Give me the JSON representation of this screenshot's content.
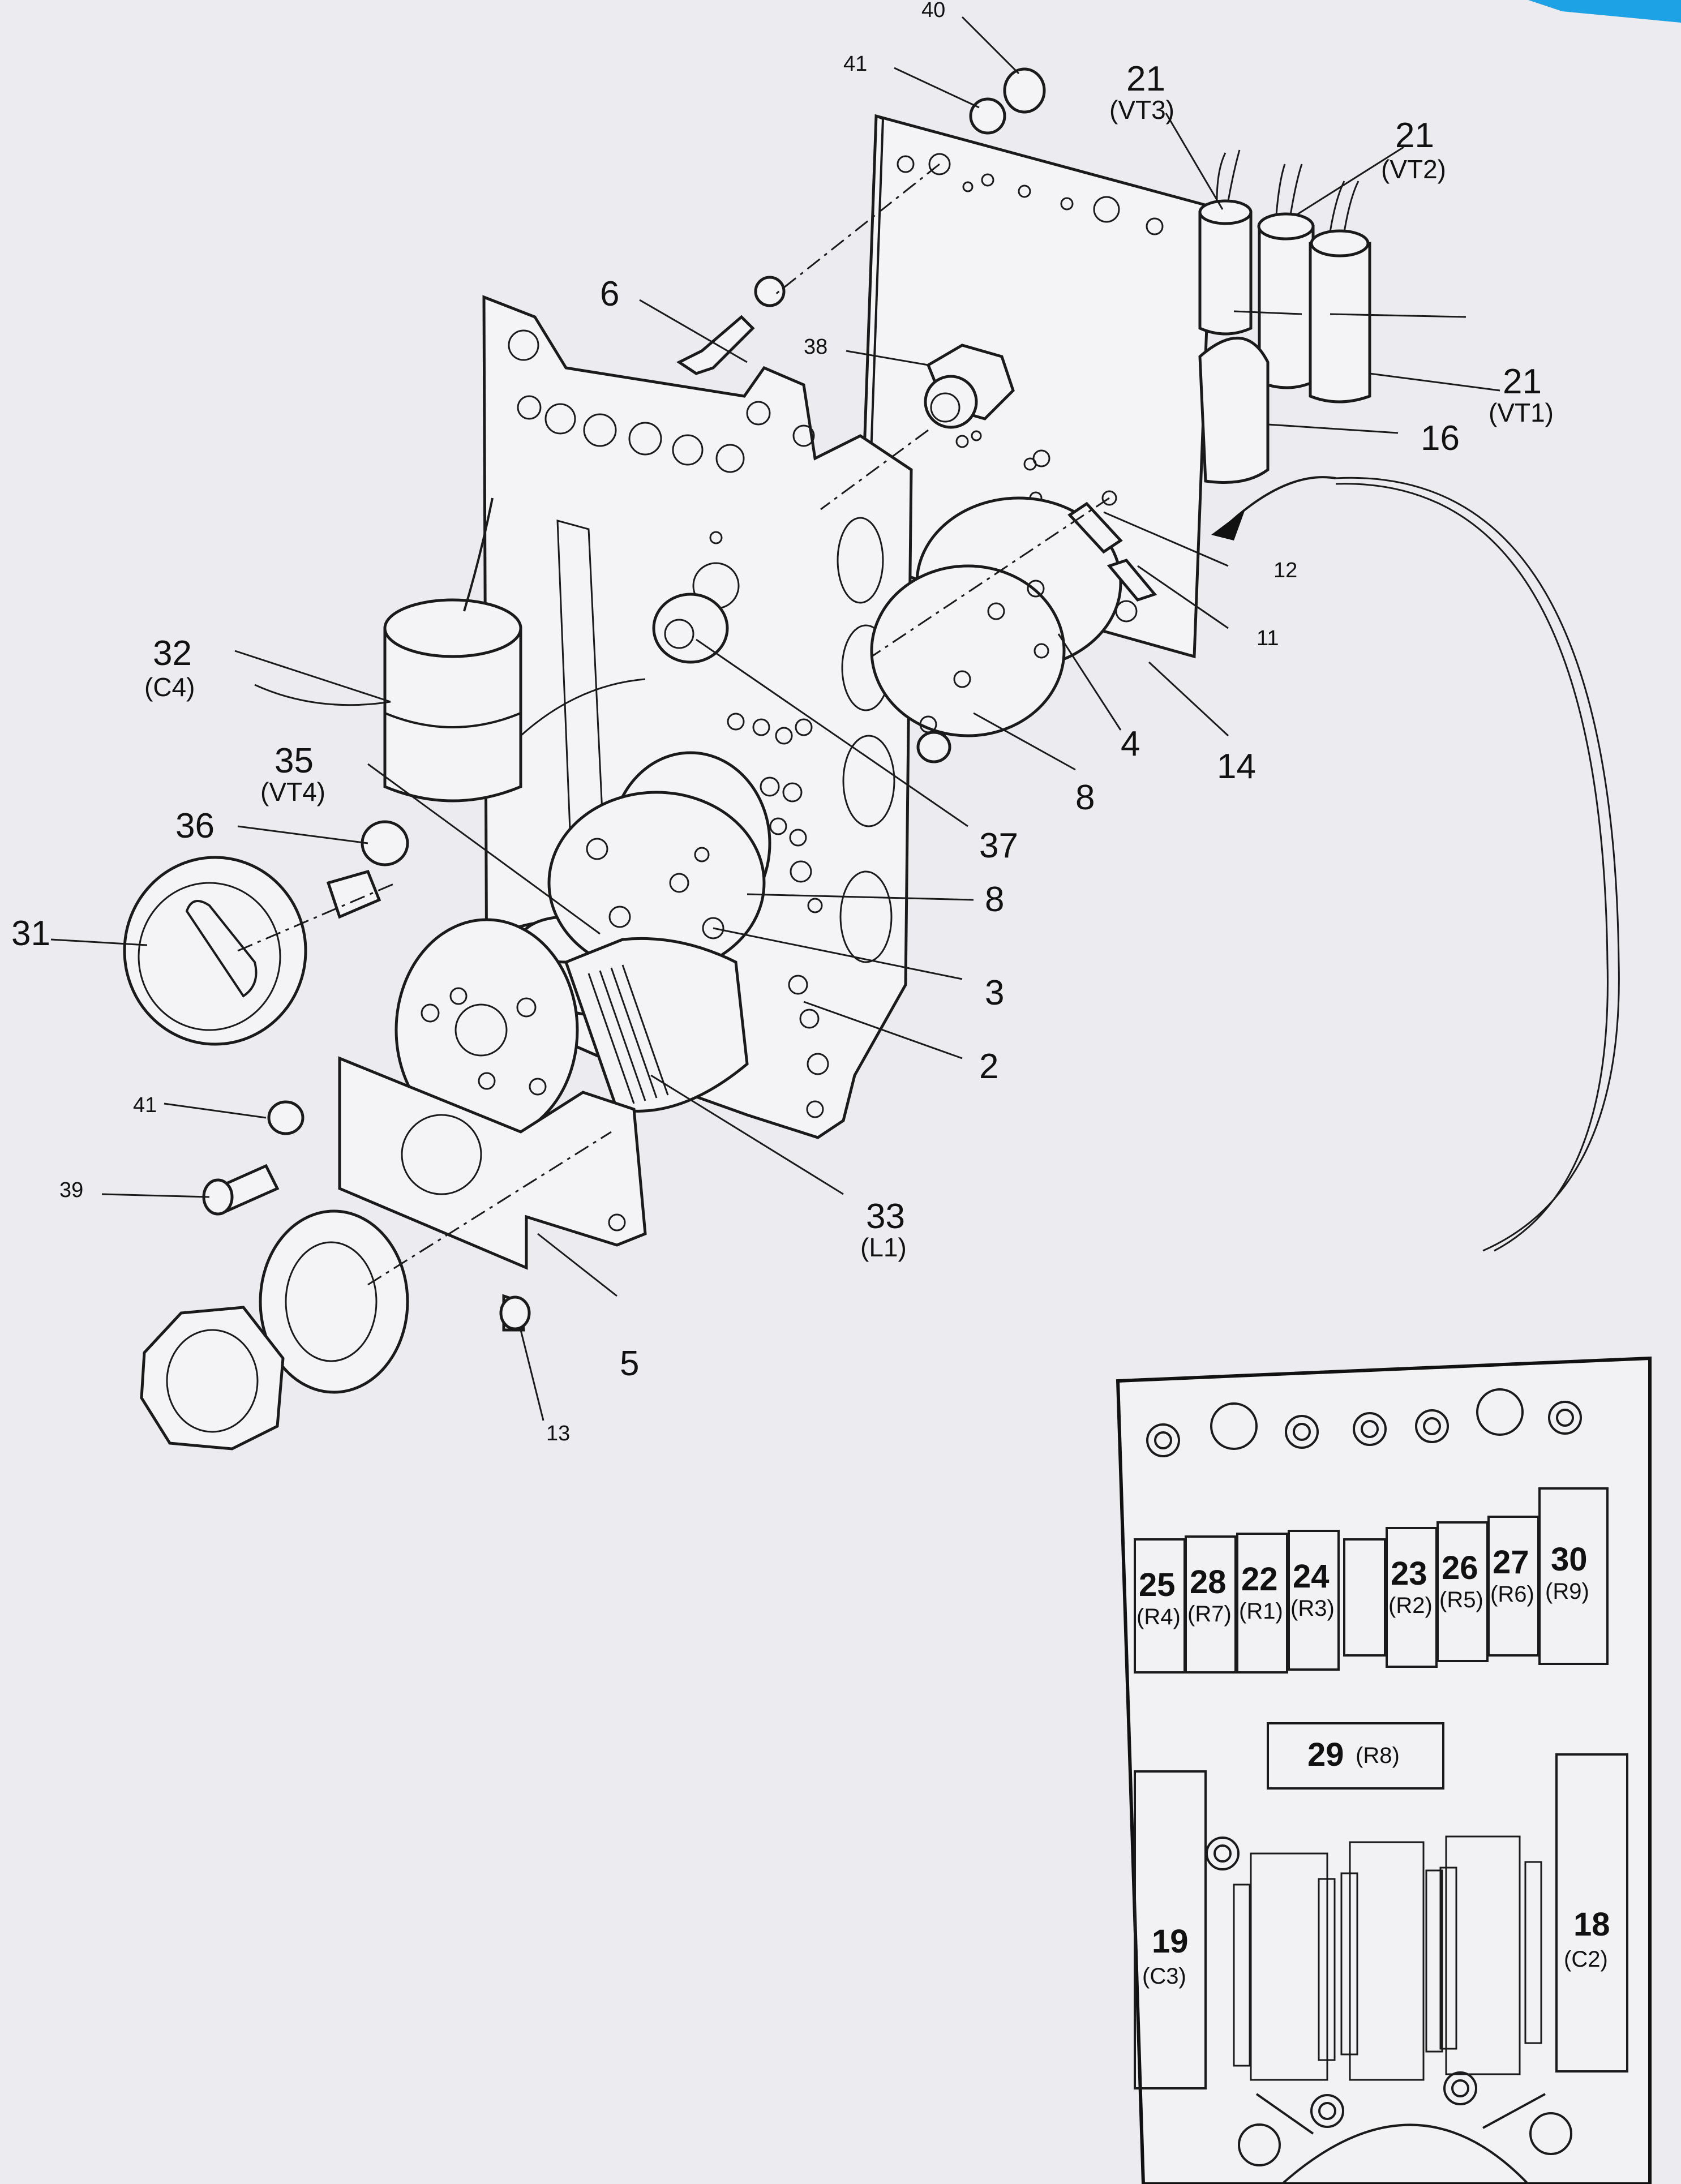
{
  "callouts": [
    {
      "id": "40",
      "num": "40",
      "sub": ""
    },
    {
      "id": "41-top",
      "num": "41",
      "sub": ""
    },
    {
      "id": "21-vt3",
      "num": "21",
      "sub": "(VT3)"
    },
    {
      "id": "21-vt2",
      "num": "21",
      "sub": "(VT2)"
    },
    {
      "id": "21-vt1",
      "num": "21",
      "sub": "(VT1)"
    },
    {
      "id": "6",
      "num": "6",
      "sub": ""
    },
    {
      "id": "38",
      "num": "38",
      "sub": ""
    },
    {
      "id": "16",
      "num": "16",
      "sub": ""
    },
    {
      "id": "12",
      "num": "12",
      "sub": ""
    },
    {
      "id": "11",
      "num": "11",
      "sub": ""
    },
    {
      "id": "32",
      "num": "32",
      "sub": "(C4)"
    },
    {
      "id": "35",
      "num": "35",
      "sub": "(VT4)"
    },
    {
      "id": "36",
      "num": "36",
      "sub": ""
    },
    {
      "id": "31",
      "num": "31",
      "sub": ""
    },
    {
      "id": "4",
      "num": "4",
      "sub": ""
    },
    {
      "id": "14",
      "num": "14",
      "sub": ""
    },
    {
      "id": "8-a",
      "num": "8",
      "sub": ""
    },
    {
      "id": "37",
      "num": "37",
      "sub": ""
    },
    {
      "id": "8-b",
      "num": "8",
      "sub": ""
    },
    {
      "id": "3",
      "num": "3",
      "sub": ""
    },
    {
      "id": "2",
      "num": "2",
      "sub": ""
    },
    {
      "id": "41-bottom",
      "num": "41",
      "sub": ""
    },
    {
      "id": "39",
      "num": "39",
      "sub": ""
    },
    {
      "id": "33",
      "num": "33",
      "sub": "(L1)"
    },
    {
      "id": "5",
      "num": "5",
      "sub": ""
    },
    {
      "id": "13",
      "num": "13",
      "sub": ""
    }
  ],
  "pcb": {
    "resistors": [
      {
        "num": "25",
        "ref": "(R4)"
      },
      {
        "num": "28",
        "ref": "(R7)"
      },
      {
        "num": "22",
        "ref": "(R1)"
      },
      {
        "num": "24",
        "ref": "(R3)"
      },
      {
        "num": "23",
        "ref": "(R2)"
      },
      {
        "num": "26",
        "ref": "(R5)"
      },
      {
        "num": "27",
        "ref": "(R6)"
      },
      {
        "num": "30",
        "ref": "(R9)"
      }
    ],
    "r8": {
      "num": "29",
      "ref": "(R8)"
    },
    "c3": {
      "num": "19",
      "ref": "(C3)"
    },
    "c2": {
      "num": "18",
      "ref": "(C2)"
    }
  }
}
